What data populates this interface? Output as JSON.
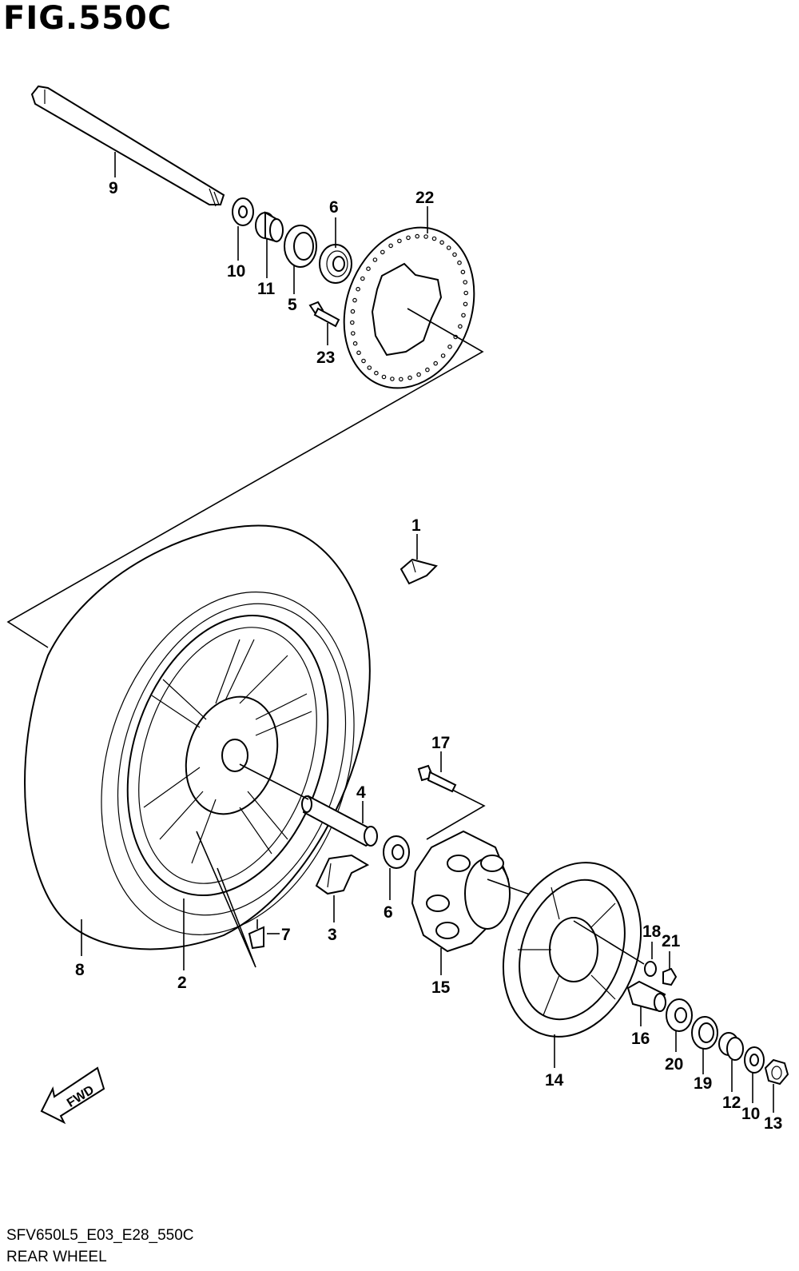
{
  "figure": {
    "title": "FIG.550C",
    "model_code": "SFV650L5_E03_E28_550C",
    "caption": "REAR WHEEL"
  },
  "fwd_label": "FWD",
  "callouts": [
    {
      "id": "c9",
      "label": "9"
    },
    {
      "id": "c10a",
      "label": "10"
    },
    {
      "id": "c11",
      "label": "11"
    },
    {
      "id": "c5",
      "label": "5"
    },
    {
      "id": "c6a",
      "label": "6"
    },
    {
      "id": "c23",
      "label": "23"
    },
    {
      "id": "c22",
      "label": "22"
    },
    {
      "id": "c1",
      "label": "1"
    },
    {
      "id": "c17",
      "label": "17"
    },
    {
      "id": "c4",
      "label": "4"
    },
    {
      "id": "c6b",
      "label": "6"
    },
    {
      "id": "c3",
      "label": "3"
    },
    {
      "id": "c7",
      "label": "7"
    },
    {
      "id": "c8",
      "label": "8"
    },
    {
      "id": "c2",
      "label": "2"
    },
    {
      "id": "c15",
      "label": "15"
    },
    {
      "id": "c14",
      "label": "14"
    },
    {
      "id": "c18",
      "label": "18"
    },
    {
      "id": "c21",
      "label": "21"
    },
    {
      "id": "c16",
      "label": "16"
    },
    {
      "id": "c20",
      "label": "20"
    },
    {
      "id": "c19",
      "label": "19"
    },
    {
      "id": "c12",
      "label": "12"
    },
    {
      "id": "c10b",
      "label": "10"
    },
    {
      "id": "c13",
      "label": "13"
    }
  ]
}
